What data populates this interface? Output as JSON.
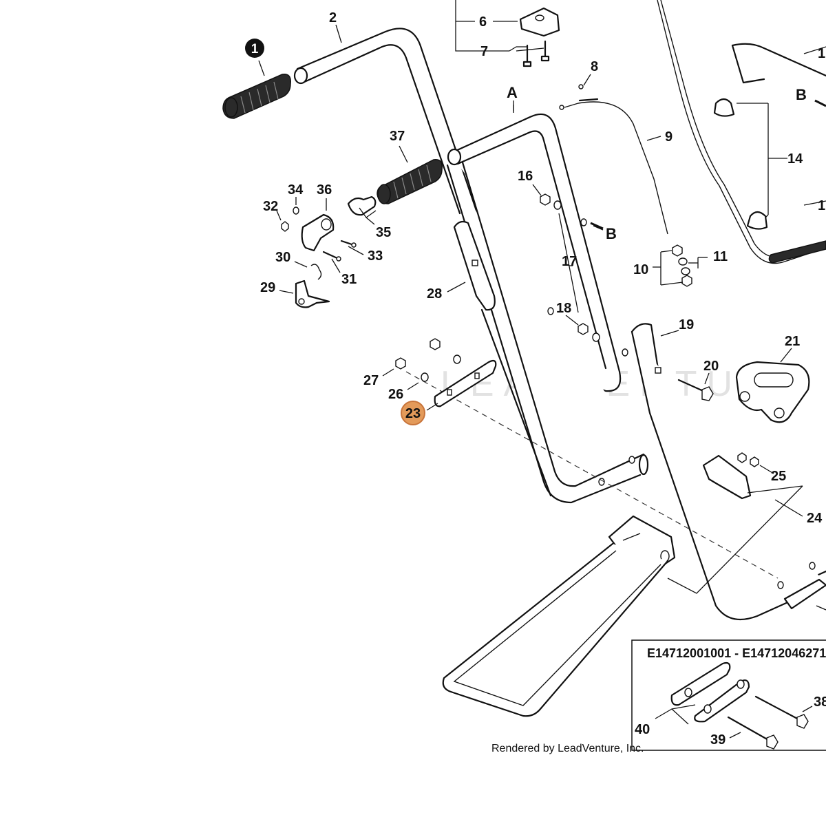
{
  "callouts": {
    "c1": "1",
    "c2": "2",
    "c6": "6",
    "c7": "7",
    "c8": "8",
    "c9": "9",
    "c10": "10",
    "c11": "11",
    "c14": "14",
    "c16": "16",
    "c17": "17",
    "c18": "18",
    "c19": "19",
    "c20": "20",
    "c21": "21",
    "c23": "23",
    "c24": "24",
    "c25": "25",
    "c26": "26",
    "c27": "27",
    "c28": "28",
    "c29": "29",
    "c30": "30",
    "c31": "31",
    "c32": "32",
    "c33": "33",
    "c34": "34",
    "c35": "35",
    "c36": "36",
    "c37": "37",
    "c38": "38",
    "c39": "39",
    "c40": "40",
    "cut_right_top": "1",
    "cut_right_mid": "1",
    "letter_a": "A",
    "letter_b1": "B",
    "letter_b2": "B"
  },
  "inset": {
    "serial_range": "E14712001001 - E14712046271"
  },
  "watermark": "LEADVENTURE",
  "credit": "Rendered by LeadVenture, Inc.",
  "highlight": {
    "part": "23",
    "color": "#e39a5a",
    "stroke": "#c8743a"
  }
}
